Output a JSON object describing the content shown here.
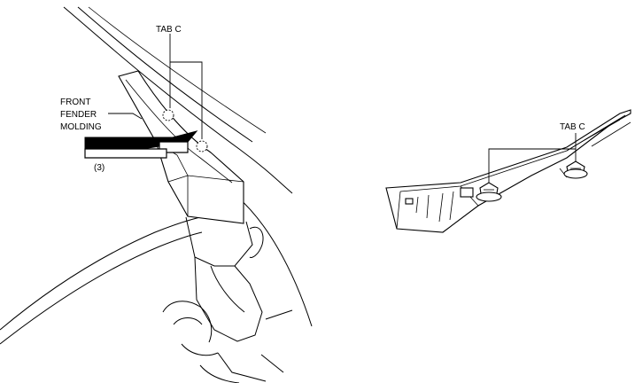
{
  "labels": {
    "tab_c_left": "TAB C",
    "front_fender_molding_line1": "FRONT",
    "front_fender_molding_line2": "FENDER",
    "front_fender_molding_line3": "MOLDING",
    "step_number": "(3)",
    "tab_c_right": "TAB C"
  },
  "colors": {
    "line": "#000000",
    "background": "#ffffff",
    "arrow_fill": "#000000"
  }
}
